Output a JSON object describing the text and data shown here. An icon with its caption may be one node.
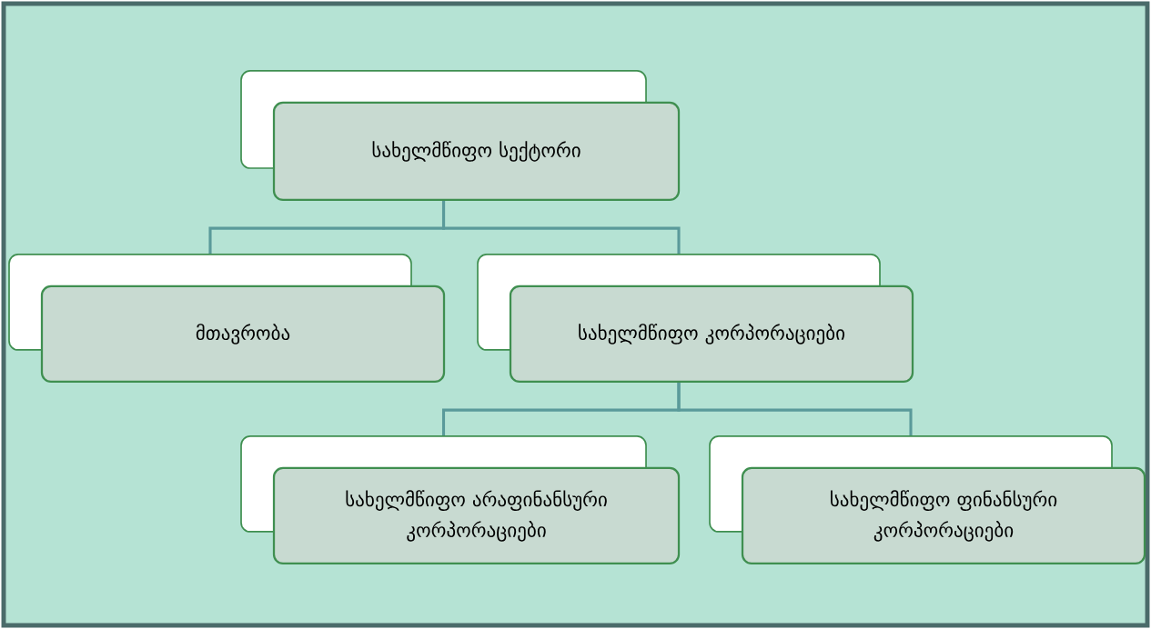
{
  "diagram": {
    "nodes": [
      {
        "text": [
          "სახელმწიფო სექტორი"
        ]
      },
      {
        "text": [
          "მთავრობა"
        ]
      },
      {
        "text": [
          "სახელმწიფო კორპორაციები"
        ]
      },
      {
        "text": [
          "სახელმწიფო არაფინანსური კორპორაციები"
        ]
      },
      {
        "text": [
          "სახელმწიფო ფინანსური კორპორაციები"
        ]
      }
    ],
    "edges": [
      {
        "from": 0,
        "to": 1,
        "arrow": "none"
      },
      {
        "from": 0,
        "to": 2,
        "arrow": "none"
      },
      {
        "from": 2,
        "to": 3,
        "arrow": "none"
      },
      {
        "from": 2,
        "to": 4,
        "arrow": "none"
      }
    ]
  }
}
